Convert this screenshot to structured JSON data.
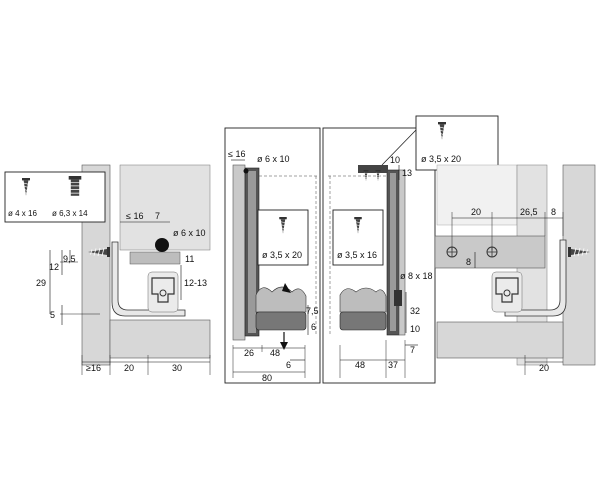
{
  "screws": {
    "left_box": {
      "a": "ø 4 x 16",
      "b": "ø 6,3 x 14"
    },
    "top_right": "ø 3,5 x 20",
    "center_left": "ø 3,5 x 20",
    "center_right": "ø 3,5 x 16"
  },
  "left_view": {
    "bore": "ø 6 x 10",
    "d_le16": "≤ 16",
    "d_7": "7",
    "d_11": "11",
    "d_9_5": "9,5",
    "d_12": "12",
    "d_29": "29",
    "d_12_13": "12-13",
    "d_5": "5",
    "d_ge16": "≥16",
    "d_20": "20",
    "d_30": "30"
  },
  "center_left_view": {
    "d_le16": "≤ 16",
    "bore": "ø 6 x 10",
    "d_7_5": "7,5",
    "d_6a": "6",
    "d_26": "26",
    "d_48": "48",
    "d_6b": "6",
    "d_80": "80"
  },
  "center_right_view": {
    "d_10": "10",
    "d_13": "13",
    "bore": "ø 8 x 18",
    "d_32": "32",
    "d_10b": "10",
    "d_48": "48",
    "d_37": "37",
    "d_7": "7"
  },
  "right_view": {
    "d_20": "20",
    "d_26_5": "26,5",
    "d_8a": "8",
    "d_8b": "8",
    "d_20b": "20"
  }
}
